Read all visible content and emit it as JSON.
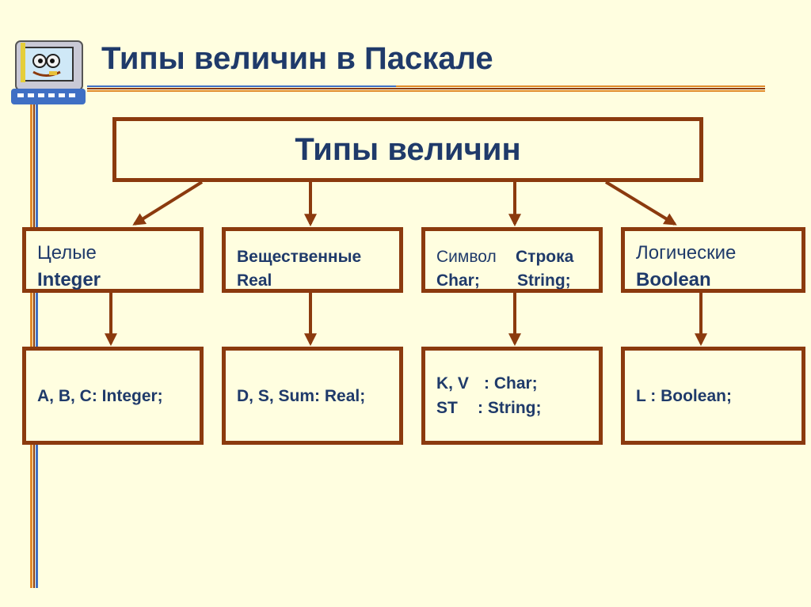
{
  "title": "Типы величин в Паскале",
  "root": {
    "label": "Типы величин"
  },
  "types": [
    {
      "line1": "Целые",
      "line2": "Integer"
    },
    {
      "line1": "Вещественные",
      "line2": "Real"
    },
    {
      "line1a": "Символ",
      "line1b": "Строка",
      "line2a": "Char;",
      "line2b": "String;"
    },
    {
      "line1": "Логические",
      "line2": "Boolean"
    }
  ],
  "declarations": [
    {
      "line1": "A, B, C: Integer;"
    },
    {
      "line1": "D, S, Sum: Real;"
    },
    {
      "line1a": "K, V",
      "line1b": ": Char;",
      "line2a": "ST",
      "line2b": ": String;"
    },
    {
      "line1": "L : Boolean;"
    }
  ],
  "colors": {
    "background": "#fffee0",
    "border": "#8b3a0e",
    "text": "#1f3a6a",
    "accent_blue": "#3f6fc4",
    "accent_orange": "#e08a2a"
  },
  "icons": [
    "computer-icon"
  ]
}
